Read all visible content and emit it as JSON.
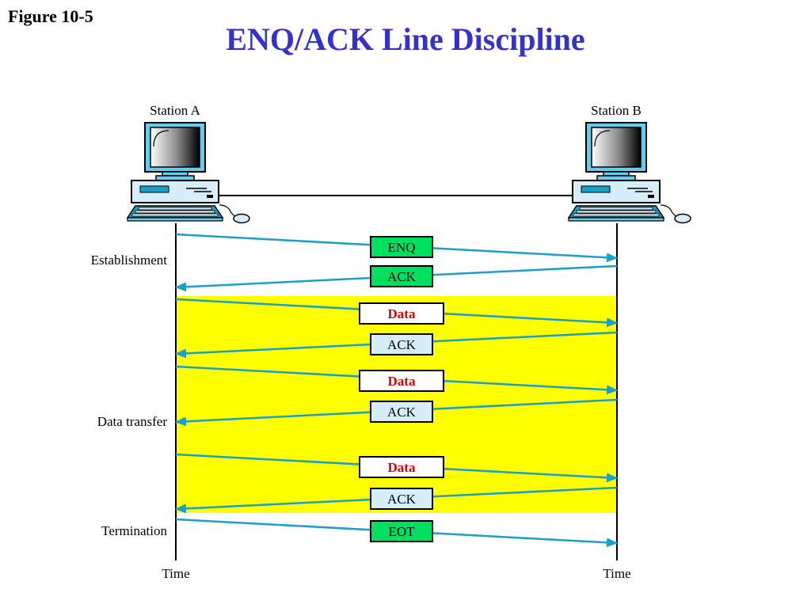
{
  "header": {
    "figure_label": "Figure 10-5",
    "title": "ENQ/ACK Line Discipline"
  },
  "stations": [
    {
      "name": "Station A"
    },
    {
      "name": "Station B"
    }
  ],
  "time_labels": [
    "Time",
    "Time"
  ],
  "phases": [
    {
      "label": "Establishment"
    },
    {
      "label": "Data transfer",
      "highlight_color": "#ffff00"
    },
    {
      "label": "Termination"
    }
  ],
  "messages": [
    {
      "label": "ENQ",
      "direction": "A-to-B",
      "box_fill": "#00e060",
      "text_color": "#000000"
    },
    {
      "label": "ACK",
      "direction": "B-to-A",
      "box_fill": "#00e060",
      "text_color": "#000000"
    },
    {
      "label": "Data",
      "direction": "A-to-B",
      "box_fill": "#ffffff",
      "text_color": "#e00000"
    },
    {
      "label": "ACK",
      "direction": "B-to-A",
      "box_fill": "#d6eefa",
      "text_color": "#000000"
    },
    {
      "label": "Data",
      "direction": "A-to-B",
      "box_fill": "#ffffff",
      "text_color": "#e00000"
    },
    {
      "label": "ACK",
      "direction": "B-to-A",
      "box_fill": "#d6eefa",
      "text_color": "#000000"
    },
    {
      "label": "Data",
      "direction": "A-to-B",
      "box_fill": "#ffffff",
      "text_color": "#e00000"
    },
    {
      "label": "ACK",
      "direction": "B-to-A",
      "box_fill": "#d6eefa",
      "text_color": "#000000"
    },
    {
      "label": "EOT",
      "direction": "A-to-B",
      "box_fill": "#00e060",
      "text_color": "#000000"
    }
  ],
  "colors": {
    "title": "#3333cc",
    "arrow": "#1a9fc8",
    "timeline": "#000000",
    "highlight": "#ffff00"
  },
  "icons": [
    "computer-icon",
    "computer-icon"
  ]
}
